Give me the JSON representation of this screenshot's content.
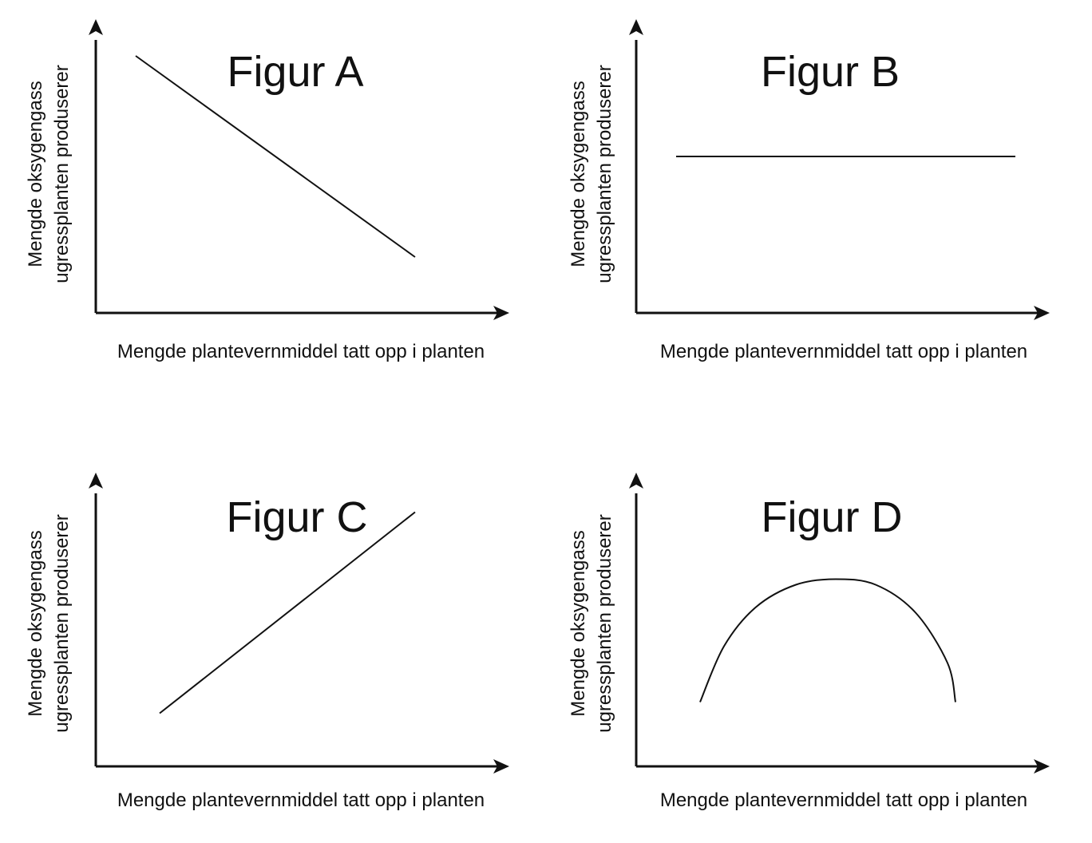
{
  "chart_data": [
    {
      "type": "line",
      "title": "Figur A",
      "xlabel": "Mengde plantevernmiddel tatt opp i planten",
      "ylabel": [
        "Mengde oksygengass",
        "ugressplanten produserer"
      ],
      "xlim": [
        0,
        10
      ],
      "ylim": [
        0,
        10
      ],
      "axis_ticks": "none",
      "grid": false,
      "series": [
        {
          "x": [
            1,
            8
          ],
          "y": [
            9.2,
            2
          ]
        }
      ]
    },
    {
      "type": "line",
      "title": "Figur B",
      "xlabel": "Mengde plantevernmiddel tatt opp i planten",
      "ylabel": [
        "Mengde oksygengass",
        "ugressplanten produserer"
      ],
      "xlim": [
        0,
        10
      ],
      "ylim": [
        0,
        10
      ],
      "axis_ticks": "none",
      "grid": false,
      "series": [
        {
          "x": [
            1,
            9.5
          ],
          "y": [
            5.6,
            5.6
          ]
        }
      ]
    },
    {
      "type": "line",
      "title": "Figur C",
      "xlabel": "Mengde plantevernmiddel tatt opp i planten",
      "ylabel": [
        "Mengde oksygengass",
        "ugressplanten produserer"
      ],
      "xlim": [
        0,
        10
      ],
      "ylim": [
        0,
        10
      ],
      "axis_ticks": "none",
      "grid": false,
      "series": [
        {
          "x": [
            1.6,
            8
          ],
          "y": [
            1.9,
            9.1
          ]
        }
      ]
    },
    {
      "type": "line",
      "title": "Figur D",
      "xlabel": "Mengde plantevernmiddel tatt opp i planten",
      "ylabel": [
        "Mengde oksygengass",
        "ugressplanten produserer"
      ],
      "xlim": [
        0,
        10
      ],
      "ylim": [
        0,
        10
      ],
      "axis_ticks": "none",
      "grid": false,
      "series": [
        {
          "x": [
            1.6,
            2.2,
            3.0,
            4.0,
            5.0,
            6.0,
            7.0,
            7.8,
            8.0
          ],
          "y": [
            2.3,
            4.3,
            5.7,
            6.5,
            6.7,
            6.5,
            5.5,
            3.7,
            2.3
          ]
        }
      ]
    }
  ]
}
